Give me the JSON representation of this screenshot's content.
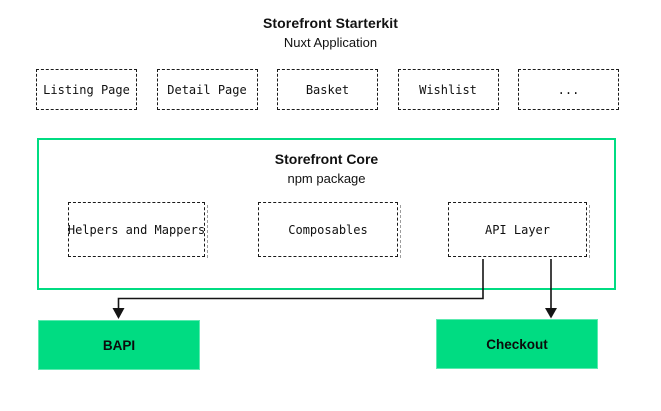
{
  "header": {
    "title": "Storefront Starterkit",
    "subtitle": "Nuxt Application"
  },
  "pages": [
    "Listing Page",
    "Detail Page",
    "Basket",
    "Wishlist",
    "..."
  ],
  "core": {
    "title": "Storefront Core",
    "subtitle": "npm package",
    "modules": [
      "Helpers and Mappers",
      "Composables",
      "API Layer"
    ]
  },
  "services": [
    "BAPI",
    "Checkout"
  ],
  "colors": {
    "accent_green": "#00DC82",
    "connector_line": "#141414"
  }
}
